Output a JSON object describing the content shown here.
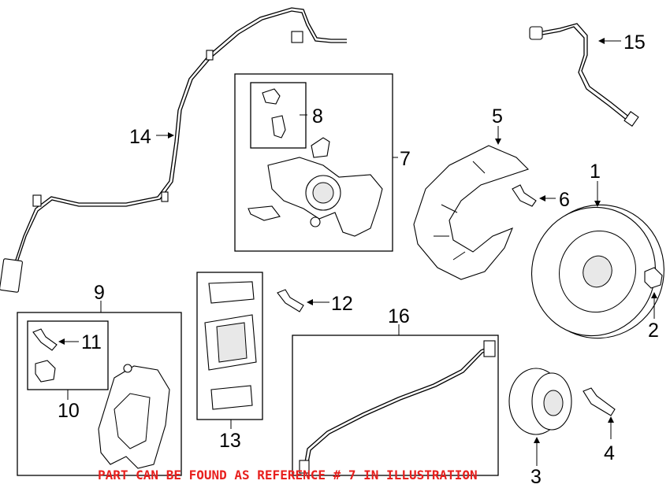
{
  "callouts": {
    "c1": "1",
    "c2": "2",
    "c3": "3",
    "c4": "4",
    "c5": "5",
    "c6": "6",
    "c7": "7",
    "c8": "8",
    "c9": "9",
    "c10": "10",
    "c11": "11",
    "c12": "12",
    "c13": "13",
    "c14": "14",
    "c15": "15",
    "c16": "16"
  },
  "footer": {
    "note": "PART CAN BE FOUND AS REFERENCE # 7 IN ILLUSTRATION",
    "color": "#e8201e"
  },
  "icons": [
    "arrow-icon"
  ]
}
